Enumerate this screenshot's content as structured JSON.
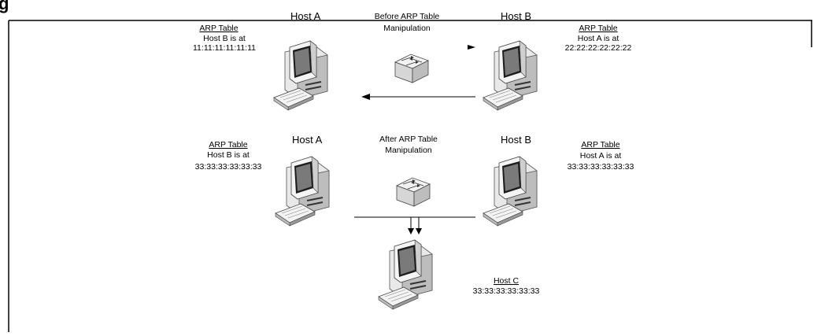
{
  "figure": {
    "heading_fragment": "g",
    "colors": {
      "line": "#000000",
      "pc_light": "#f2f2f2",
      "pc_mid": "#cfcfcf",
      "pc_dark": "#2a2a2a"
    }
  },
  "before": {
    "caption": [
      "Before ARP Table",
      "Manipulation"
    ],
    "host_a": {
      "name": "Host A",
      "table_title": "ARP Table",
      "table_entry": [
        "Host B is at",
        "11:11:11:11:11:11"
      ]
    },
    "host_b": {
      "name": "Host B",
      "table_title": "ARP Table",
      "table_entry": [
        "Host A is at",
        "22:22:22:22:22:22"
      ]
    }
  },
  "after": {
    "caption": [
      "After ARP Table",
      "Manipulation"
    ],
    "host_a": {
      "name": "Host A",
      "table_title": "ARP Table",
      "table_entry": [
        "Host B is at",
        "33:33:33:33:33:33"
      ]
    },
    "host_b": {
      "name": "Host B",
      "table_title": "ARP Table",
      "table_entry": [
        "Host A is at",
        "33:33:33:33:33:33"
      ]
    },
    "host_c": {
      "title": "Host C",
      "mac": "33:33:33:33:33:33"
    }
  }
}
